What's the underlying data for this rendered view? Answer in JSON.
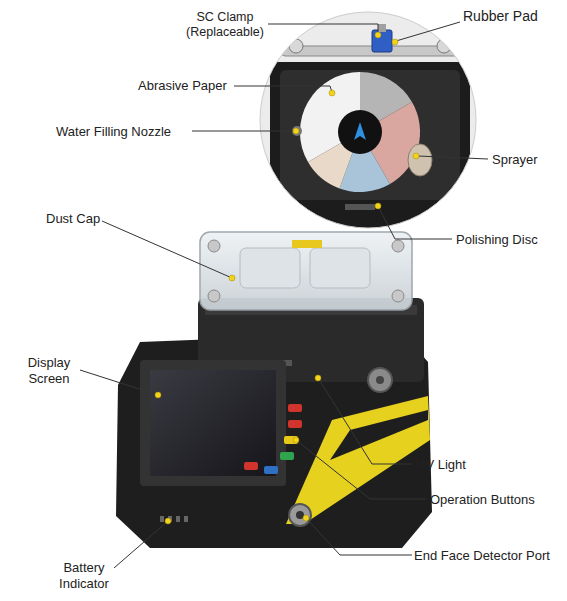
{
  "diagram": {
    "labels": [
      "SC Clamp (Replaceable)",
      "Rubber Pad",
      "Abrasive Paper",
      "Water Filling Nozzle",
      "Sprayer",
      "Dust Cap",
      "Polishing Disc",
      "Display Screen",
      "UV Light",
      "Operation Buttons",
      "End Face Detector Port",
      "Battery Indicator"
    ]
  }
}
